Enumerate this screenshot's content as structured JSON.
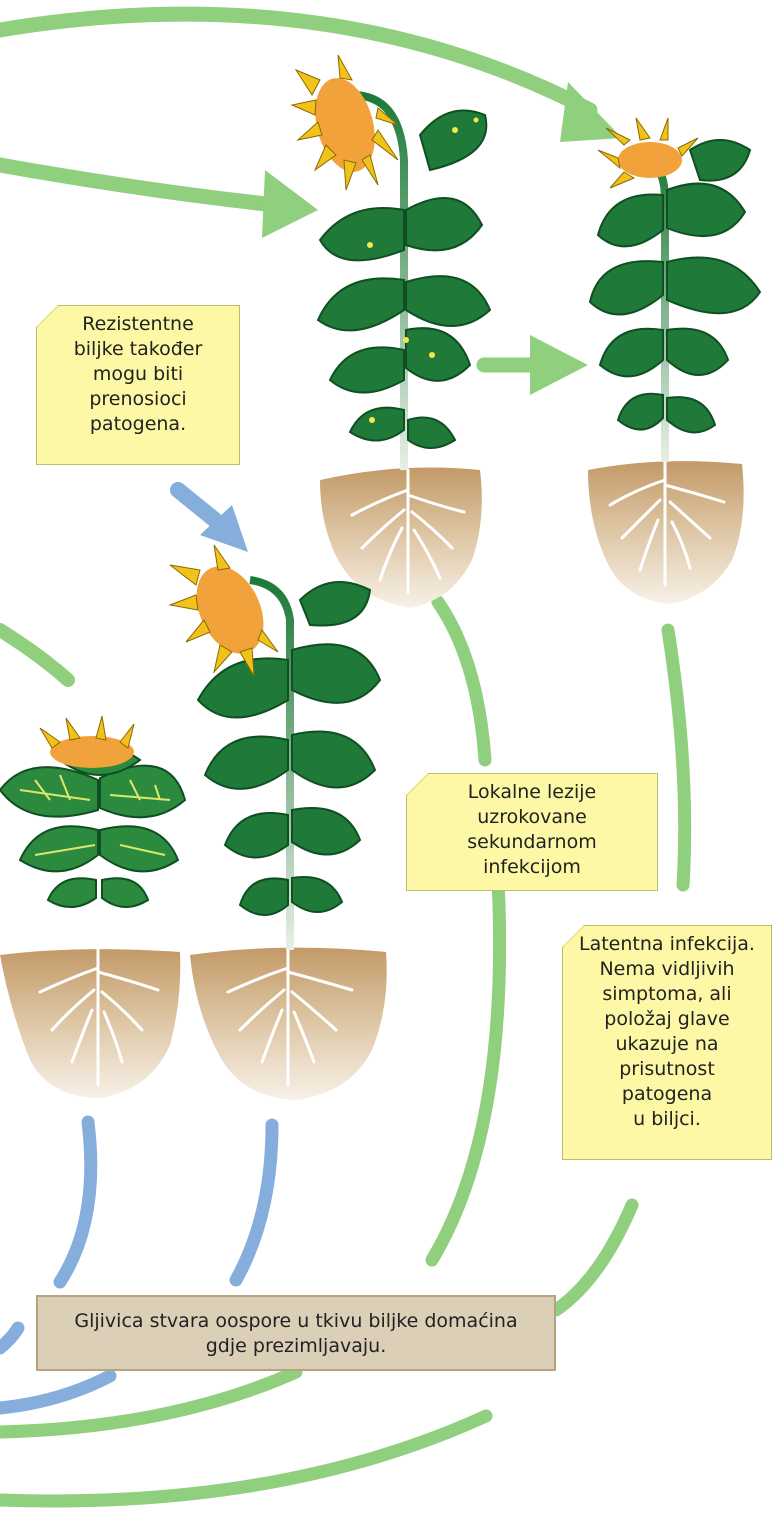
{
  "notes": {
    "resistant": "Rezistentne\nbiljke također\nmogu biti\nprenosioci\npatogena.",
    "local_lesions": "Lokalne lezije\nuzrokovane\nsekundarnom\ninfekcijom",
    "latent": "Latentna infekcija.\nNema vidljivih\nsimptoma, ali\npoložaj glave\nukazuje na\nprisutnost\npatogena\nu biljci.",
    "oospores": "Gljivica stvara oospore u tkivu biljke domaćina\ngdje prezimljavaju."
  },
  "colors": {
    "green_arrow": "#8fcf7e",
    "blue_arrow": "#86aedc",
    "leaf": "#1f7a3a",
    "leaf_dark": "#0f4f22",
    "petal": "#f3c21a",
    "disc": "#f2a23a",
    "soil": "#c8a070",
    "soil_light": "#efe6d6",
    "note_yellow": "#fdf8a5",
    "note_brown": "#dccfb8"
  },
  "icons": [
    "sunflower-wilted-icon",
    "sunflower-drooping-icon",
    "sunflower-stunted-icon",
    "sunflower-healthy-icon"
  ]
}
